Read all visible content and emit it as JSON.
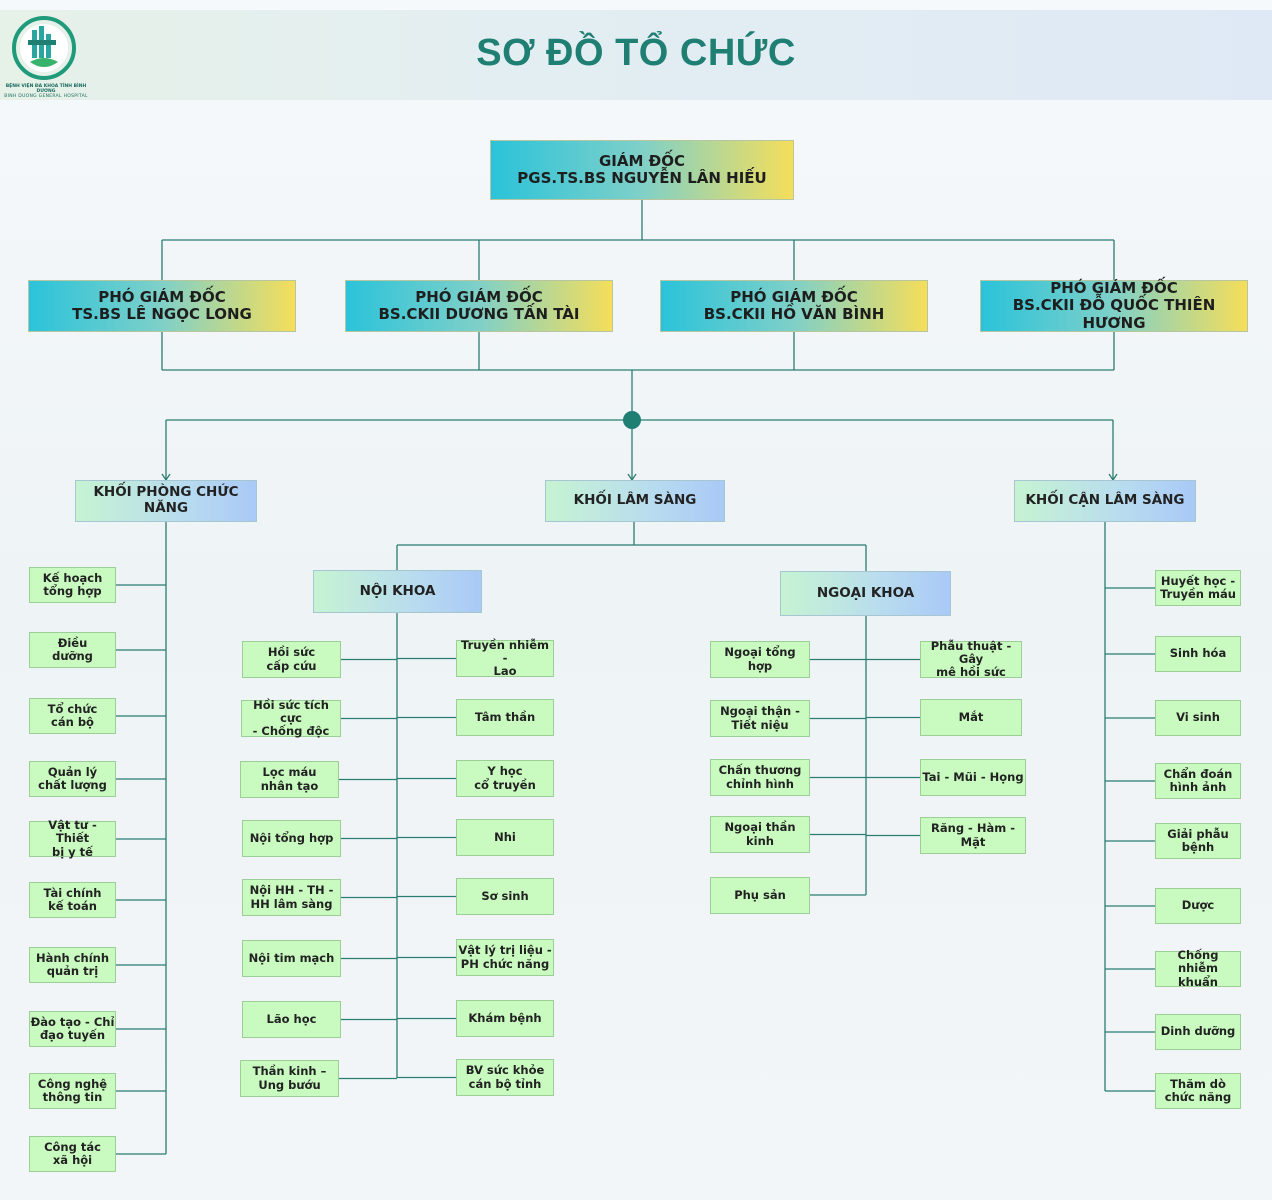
{
  "header": {
    "title": "SƠ ĐỒ TỔ CHỨC",
    "logo_caption": "BỆNH VIỆN ĐA KHOA TỈNH BÌNH DƯƠNG",
    "logo_subcaption": "BINH DUONG GENERAL HOSPITAL",
    "logo_icon": "hospital-logo"
  },
  "director": {
    "role": "GIÁM ĐỐC",
    "name": "PGS.TS.BS NGUYỄN LÂN HIẾU"
  },
  "deputies": [
    {
      "role": "PHÓ GIÁM ĐỐC",
      "name": "TS.BS LÊ NGỌC LONG"
    },
    {
      "role": "PHÓ GIÁM ĐỐC",
      "name": "BS.CKII DƯƠNG TẤN TÀI"
    },
    {
      "role": "PHÓ GIÁM ĐỐC",
      "name": "BS.CKII HỒ VĂN BÌNH"
    },
    {
      "role": "PHÓ GIÁM ĐỐC",
      "name": "BS.CKII ĐỖ QUỐC THIÊN HƯƠNG"
    }
  ],
  "blocks": {
    "functional": "KHỐI PHÒNG CHỨC NĂNG",
    "clinical": "KHỐI LÂM SÀNG",
    "paraclinical": "KHỐI CẬN LÂM SÀNG"
  },
  "functional_depts": [
    [
      "Kế hoạch",
      "tổng hợp"
    ],
    [
      "Điều",
      "dưỡng"
    ],
    [
      "Tổ chức",
      "cán bộ"
    ],
    [
      "Quản lý",
      "chất lượng"
    ],
    [
      "Vật tư - Thiết",
      "bị y tế"
    ],
    [
      "Tài chính",
      "kế toán"
    ],
    [
      "Hành chính",
      "quản trị"
    ],
    [
      "Đào tạo - Chỉ",
      "đạo tuyến"
    ],
    [
      "Công nghệ",
      "thông tin"
    ],
    [
      "Công tác",
      "xã hội"
    ]
  ],
  "internal": {
    "title": "NỘI KHOA",
    "left": [
      [
        "Hồi sức",
        "cấp cứu"
      ],
      [
        "Hồi sức tích cực",
        "- Chống độc"
      ],
      [
        "Lọc máu",
        "nhân tạo"
      ],
      [
        "Nội tổng hợp"
      ],
      [
        "Nội HH - TH -",
        "HH lâm sàng"
      ],
      [
        "Nội tim mạch"
      ],
      [
        "Lão học"
      ],
      [
        "Thần kinh –",
        "Ung bướu"
      ]
    ],
    "right": [
      [
        "Truyền nhiễm -",
        "Lao"
      ],
      [
        "Tâm thần"
      ],
      [
        "Y học",
        "cổ truyền"
      ],
      [
        "Nhi"
      ],
      [
        "Sơ sinh"
      ],
      [
        "Vật lý trị liệu -",
        "PH chức năng"
      ],
      [
        "Khám bệnh"
      ],
      [
        "BV sức khỏe",
        "cán bộ tỉnh"
      ]
    ]
  },
  "surgical": {
    "title": "NGOẠI KHOA",
    "left": [
      [
        "Ngoại tổng hợp"
      ],
      [
        "Ngoại thận -",
        "Tiết niệu"
      ],
      [
        "Chấn thương",
        "chỉnh hình"
      ],
      [
        "Ngoại thần kinh"
      ],
      [
        "Phụ sản"
      ]
    ],
    "right": [
      [
        "Phẫu thuật - Gây",
        "mê hồi sức"
      ],
      [
        "Mắt"
      ],
      [
        "Tai - Mũi - Họng"
      ],
      [
        "Răng - Hàm - Mặt"
      ]
    ]
  },
  "paraclinical_depts": [
    [
      "Huyết học -",
      "Truyền máu"
    ],
    [
      "Sinh hóa"
    ],
    [
      "Vi sinh"
    ],
    [
      "Chẩn đoán",
      "hình ảnh"
    ],
    [
      "Giải phẫu",
      "bệnh"
    ],
    [
      "Dược"
    ],
    [
      "Chống nhiễm",
      "khuẩn"
    ],
    [
      "Dinh dưỡng"
    ],
    [
      "Thăm dò",
      "chức năng"
    ]
  ],
  "colors": {
    "line": "#2a7d72",
    "dot": "#1f7f72",
    "title": "#1f7f72",
    "dept_fill": "#c9fbc0"
  }
}
